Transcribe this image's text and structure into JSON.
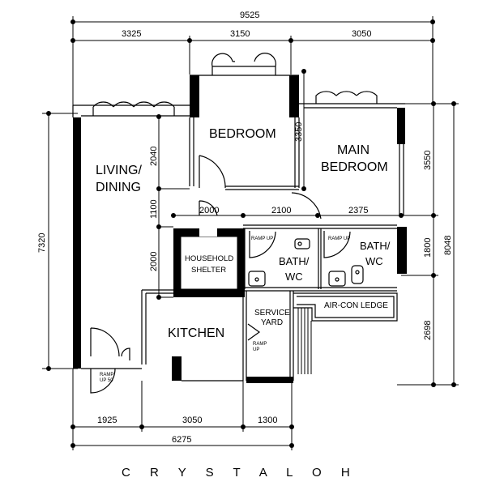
{
  "plan": {
    "overall_width": "9525",
    "top_dims": [
      "3325",
      "3150",
      "3050"
    ],
    "bottom_dims": [
      "1925",
      "3050",
      "1300"
    ],
    "bottom_total": "6275",
    "left_total": "7320",
    "right_dims": [
      "3550",
      "1800",
      "2698"
    ],
    "right_total": "8048",
    "inner_vertical_dims": [
      "2040",
      "1100",
      "2000"
    ],
    "inner_horizontal_dims": [
      "2000",
      "2100",
      "2375"
    ],
    "bedroom_height_dim": "3350",
    "rooms": {
      "living_line1": "LIVING/",
      "living_line2": "DINING",
      "bedroom": "BEDROOM",
      "main_bedroom_line1": "MAIN",
      "main_bedroom_line2": "BEDROOM",
      "shelter_line1": "HOUSEHOLD",
      "shelter_line2": "SHELTER",
      "bath1_line1": "BATH/",
      "bath1_line2": "WC",
      "bath2_line1": "BATH/",
      "bath2_line2": "WC",
      "kitchen": "KITCHEN",
      "service_line1": "SERVICE",
      "service_line2": "YARD",
      "aircon": "AIR-CON LEDGE"
    },
    "annotations": {
      "ramp_up_bath1": "RAMP UP",
      "ramp_up_bath2": "RAMP UP",
      "ramp_up_yard_1": "RAMP",
      "ramp_up_yard_2": "UP",
      "ramp_up_entry_1": "RAMP",
      "ramp_up_entry_2": "UP 50"
    },
    "watermark": "C R Y S T A L O H"
  }
}
